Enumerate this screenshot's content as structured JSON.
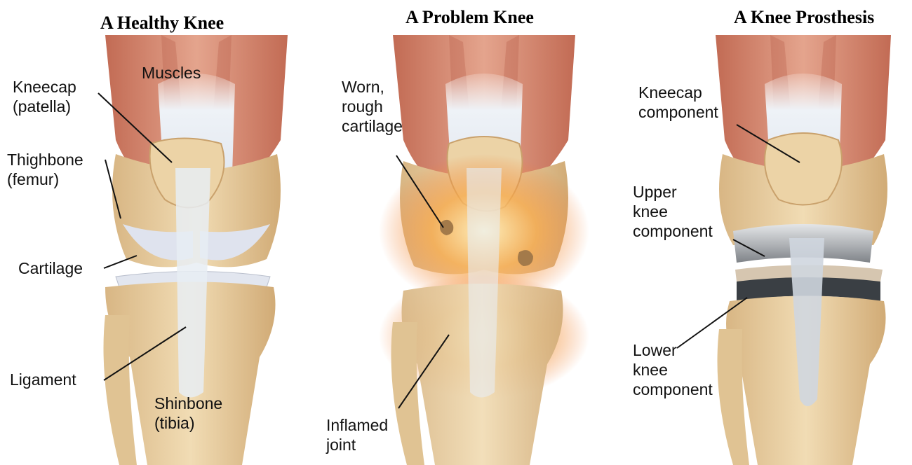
{
  "panels": [
    {
      "title": "A Healthy Knee",
      "labels": {
        "muscles": "Muscles",
        "kneecap": [
          "Kneecap",
          "(patella)"
        ],
        "thighbone": [
          "Thighbone",
          "(femur)"
        ],
        "cartilage": "Cartilage",
        "ligament": "Ligament",
        "shinbone": [
          "Shinbone",
          "(tibia)"
        ]
      }
    },
    {
      "title": "A Problem Knee",
      "labels": {
        "worn": [
          "Worn,",
          "rough",
          "cartilage"
        ],
        "inflamed": [
          "Inflamed",
          "joint"
        ]
      }
    },
    {
      "title": "A Knee Prosthesis",
      "labels": {
        "kneecap_component": [
          "Kneecap",
          "component"
        ],
        "upper_component": [
          "Upper",
          "knee",
          "component"
        ],
        "lower_component": [
          "Lower",
          "knee",
          "component"
        ]
      }
    }
  ],
  "colors": {
    "muscle": "#d98a72",
    "muscle_dark": "#b9614c",
    "tendon": "#e8edf3",
    "bone": "#ecd3a6",
    "bone_dark": "#c9a16c",
    "cartilage": "#dfe3ee",
    "inflamed": "#f59a3a",
    "metal": "#b9bcc0",
    "plastic": "#3a3f44"
  }
}
